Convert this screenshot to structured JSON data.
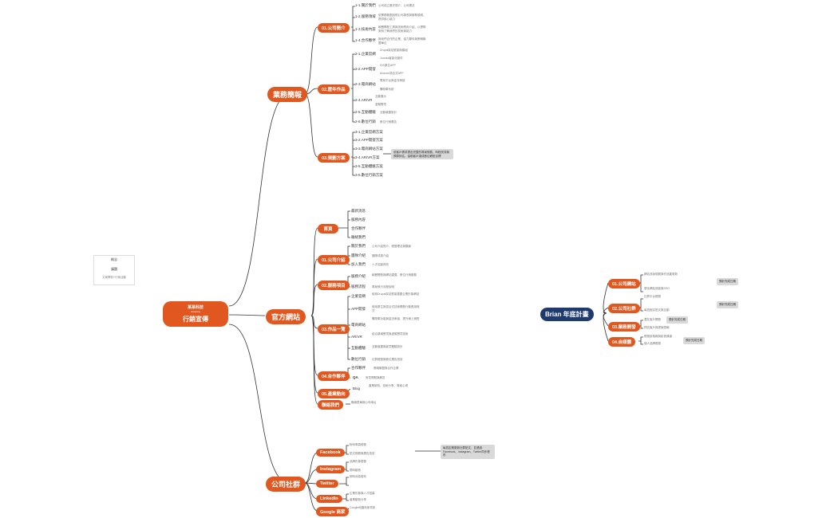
{
  "colors": {
    "accent": "#e0581f",
    "accent_dark": "#1f3a6e",
    "line": "#333333",
    "note_bg": "#d9d9d9"
  },
  "outline": {
    "title": "概念",
    "topic": "議題",
    "subtitle": "文案撰寫+行銷活動"
  },
  "root": {
    "logo_text": "某某科技",
    "logo_sub": "company",
    "title": "行銷宣傳"
  },
  "brian": {
    "title": "Brian 年底計畫"
  },
  "branches": {
    "business": {
      "label": "業務簡報",
      "company": {
        "label": "01.公司簡介",
        "items": [
          {
            "label": "1-1.關於我們",
            "note": "公司成立歷史簡介、公司理念"
          },
          {
            "label": "1-2.服務領域",
            "note": "依業務範圍說明公司專長與服務領域、提供核心能力"
          },
          {
            "label": "1-3.技術內容",
            "note": "軟體開發工具與技術應用介紹、以實際案例了解我們的技術與能力"
          },
          {
            "label": "1-4.合作夥伴",
            "note": "與我們合作的企業、協力夥伴與策略聯盟單位"
          }
        ]
      },
      "works": {
        "label": "02.歷年作品",
        "items": [
          {
            "label": "2-1.企業官網",
            "subs": [
              "Drupal架站框架與模組",
              "Joomla客製化套件"
            ]
          },
          {
            "label": "2-2.APP開發",
            "subs": [
              "iOS原生APP",
              "Android混合式APP"
            ]
          },
          {
            "label": "2-3.電商網站",
            "subs": [
              "電商平台與金流串接",
              "購物車系統"
            ]
          },
          {
            "label": "2-4.AR/VR",
            "subs": [
              "互動展示",
              "虛擬實境"
            ]
          },
          {
            "label": "2-5.互動體驗",
            "subs": [
              "互動裝置設計"
            ]
          },
          {
            "label": "2-6.數位行銷",
            "subs": [
              "數位行銷廣告"
            ]
          }
        ]
      },
      "plans": {
        "label": "03.規劃方案",
        "items": [
          "3-1.企業官網方案",
          "3-2.APP開發方案",
          "3-3.電商網站方案",
          "3-4.AR/VR方案",
          "3-5.互動體驗方案",
          "3-6.數位行銷方案"
        ],
        "note": "依客戶需求提出完整的專案規劃、時程安排與預算評估，協助客戶達成數位轉型目標"
      }
    },
    "site": {
      "label": "官方網站",
      "home": {
        "label": "首頁",
        "items": [
          "最新消息",
          "服務內容",
          "合作夥伴",
          "聯絡我們"
        ]
      },
      "about": {
        "label": "01.公司介紹",
        "items": [
          {
            "label": "關於我們",
            "note": "公司介紹簡介、經營理念與願景"
          },
          {
            "label": "團隊介紹",
            "note": "團隊成員介紹"
          },
          {
            "label": "加入我們",
            "note": "人才招募資訊"
          }
        ]
      },
      "service": {
        "label": "02.服務項目",
        "items": [
          {
            "label": "服務介紹",
            "note": "軟體開發與網站建置、數位行銷服務"
          },
          {
            "label": "服務流程",
            "note": "專案執行流程說明"
          }
        ]
      },
      "portfolio": {
        "label": "03.作品一覽",
        "items": [
          {
            "label": "企業官網",
            "note": "使用Drupal架站框架建置企業形象網站"
          },
          {
            "label": "APP開發",
            "note": "使用原生與混合式技術開發行動應用程式"
          },
          {
            "label": "電商網站",
            "note": "購物車功能與金流串接，提升線上銷售"
          },
          {
            "label": "AR/VR",
            "note": "結合擴增實境與虛擬實境技術"
          },
          {
            "label": "互動體驗",
            "note": "互動裝置與創意體驗設計"
          },
          {
            "label": "數位行銷",
            "note": "社群經營與數位廣告投放"
          }
        ]
      },
      "partner": {
        "label": "04.合作夥伴",
        "items": [
          {
            "label": "合作夥伴",
            "note": "策略聯盟與合作企業"
          },
          {
            "label": "QA",
            "note": "常見問題與解答"
          }
        ]
      },
      "trend": {
        "label": "05.產業動向",
        "items": [
          {
            "label": "Blog",
            "note": "產業新知、技術分享、專案心得"
          }
        ]
      },
      "contact": {
        "label": "聯絡我們",
        "note": "聯絡表單與公司地址"
      }
    },
    "social": {
      "label": "公司社群",
      "items": [
        {
          "label": "Facebook",
          "notes": [
            "粉絲專頁經營",
            "貼文規劃與廣告投放"
          ]
        },
        {
          "label": "Instagram",
          "notes": [
            "品牌形象經營",
            "限時動態"
          ]
        },
        {
          "label": "Twitter",
          "notes": [
            "即時消息發布"
          ]
        },
        {
          "label": "LinkedIn",
          "notes": [
            "企業形象與人才招募",
            "產業動態分享"
          ]
        },
        {
          "label": "Google 商家",
          "notes": [
            "Google地圖商家資訊"
          ]
        }
      ],
      "note": "每週定期更新社群貼文，並透過Facebook、Instagram、Twitter同步發布"
    }
  },
  "brian_items": [
    {
      "label": "01.公司網站",
      "notes": [
        "網站改版規劃與作品集更新",
        "優化網站效能與SEO"
      ],
      "tag": "預計完成日期"
    },
    {
      "label": "02.公司社群",
      "notes": [
        "社群平台經營",
        "每週固定貼文與互動"
      ],
      "tag": "預計完成日期"
    },
    {
      "label": "03.業務開發",
      "notes": [
        "潛在客戶開發",
        "拜訪客戶與提案簡報"
      ],
      "tag": "預計完成日期"
    },
    {
      "label": "04.自媒體",
      "notes": [
        "經營部落格與影音頻道",
        "個人品牌經營"
      ],
      "tag": "預計完成日期"
    }
  ]
}
